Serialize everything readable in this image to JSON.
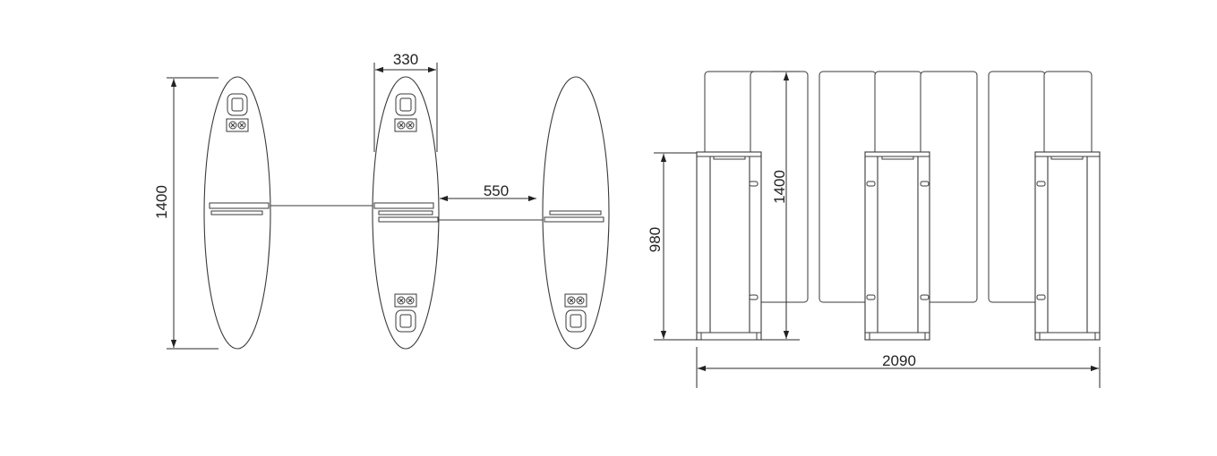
{
  "plan_view": {
    "dimensions": {
      "height": "1400",
      "width": "330",
      "gap": "550"
    }
  },
  "front_view": {
    "dimensions": {
      "body_height": "980",
      "glass_height": "1400",
      "total_width": "2090"
    }
  }
}
